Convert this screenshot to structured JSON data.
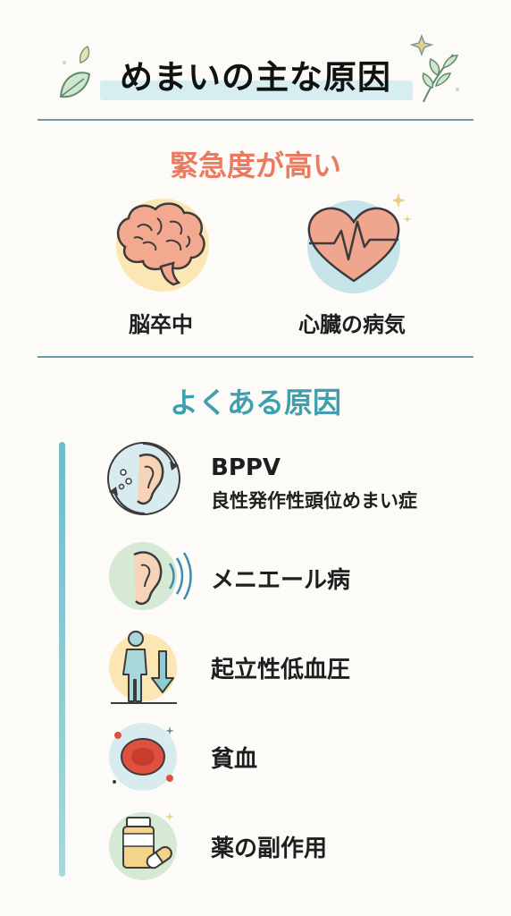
{
  "title": "めまいの主な原因",
  "urgent_section": {
    "heading": "緊急度が高い",
    "items": [
      {
        "label": "脳卒中",
        "icon": "brain-icon"
      },
      {
        "label": "心臓の病気",
        "icon": "heart-icon"
      }
    ]
  },
  "common_section": {
    "heading": "よくある原因",
    "items": [
      {
        "label": "BPPV",
        "sublabel": "良性発作性頭位めまい症",
        "icon": "ear-rotation-icon"
      },
      {
        "label": "メニエール病",
        "icon": "ear-sound-icon"
      },
      {
        "label": "起立性低血圧",
        "icon": "standing-person-icon"
      },
      {
        "label": "貧血",
        "icon": "red-blood-cell-icon"
      },
      {
        "label": "薬の副作用",
        "icon": "medicine-icon"
      }
    ]
  },
  "colors": {
    "urgent": "#e87b62",
    "common": "#3f9fae",
    "divider": "#6d98a4",
    "title_highlight": "#d6eef0"
  }
}
